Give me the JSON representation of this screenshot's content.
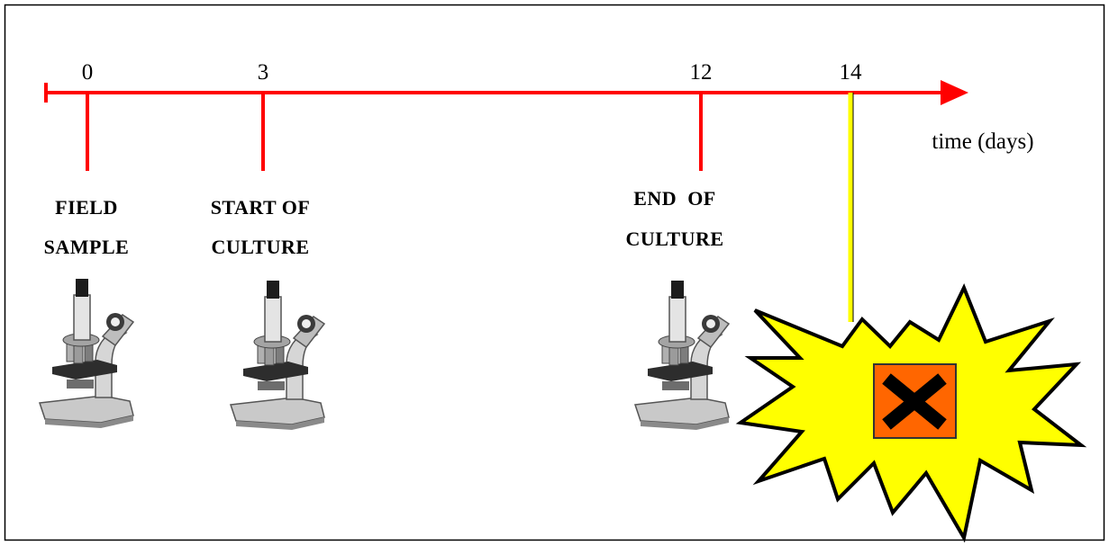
{
  "axis": {
    "unit_label": "time (days)",
    "line_color": "#ff0000",
    "marker_color": "#ffff00"
  },
  "ticks": [
    {
      "value": 0,
      "label": "0"
    },
    {
      "value": 3,
      "label": "3"
    },
    {
      "value": 12,
      "label": "12"
    },
    {
      "value": 14,
      "label": "14"
    }
  ],
  "events": [
    {
      "day": 0,
      "line1": "FIELD",
      "line2": "SAMPLE",
      "icon": "microscope-icon"
    },
    {
      "day": 3,
      "line1": "START OF",
      "line2": "CULTURE",
      "icon": "microscope-icon"
    },
    {
      "day": 12,
      "line1": "END  OF",
      "line2": "CULTURE",
      "icon": "microscope-icon"
    },
    {
      "day": 14,
      "icon": "hazard-explosion-icon"
    }
  ],
  "hazard": {
    "burst_color": "#ffff00",
    "square_color": "#ff6600",
    "cross_color": "#000000"
  }
}
